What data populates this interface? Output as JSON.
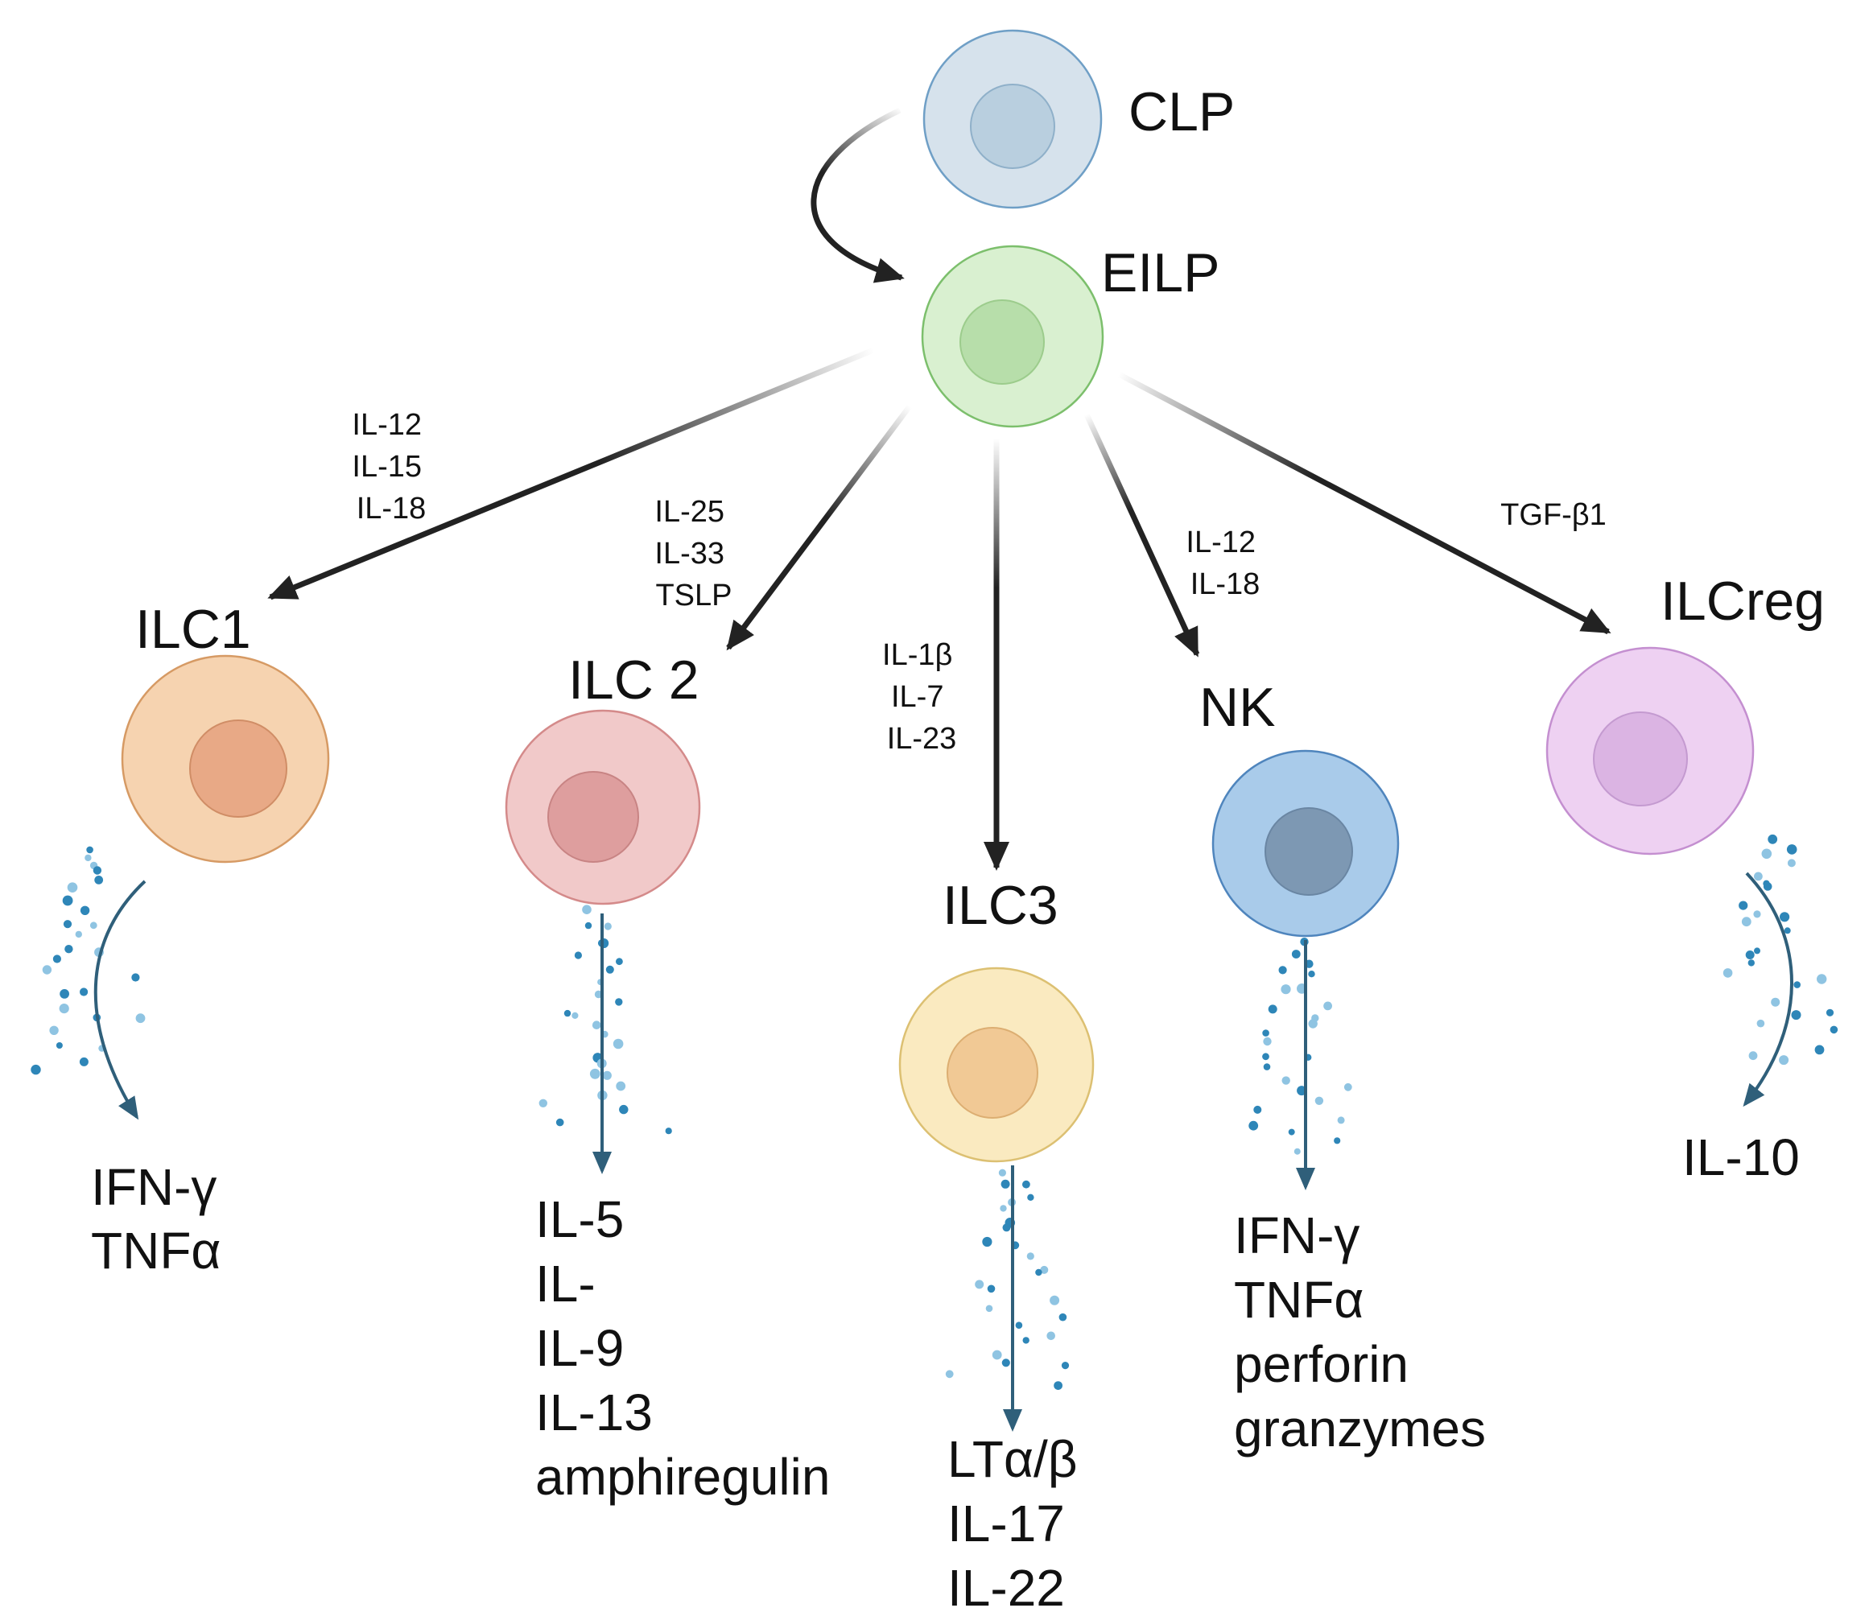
{
  "diagram": {
    "progenitors": [
      {
        "id": "clp",
        "label": "CLP",
        "fill": "#d6e2ec",
        "stroke": "#6f9fc6",
        "nucleus": "#b9cfdf"
      },
      {
        "id": "eilp",
        "label": "EILP",
        "fill": "#d9f0d0",
        "stroke": "#7cbf6c",
        "nucleus": "#b7deaa"
      }
    ],
    "branches": [
      {
        "id": "ilc1",
        "label": "ILC1",
        "cytokines": [
          "IL-12",
          "IL-15",
          "IL-18"
        ],
        "products": [
          "IFN-γ",
          "TNFα"
        ],
        "colors": {
          "fill": "#f6d3b0",
          "stroke": "#d69a64",
          "nucleus": "#e8a986"
        }
      },
      {
        "id": "ilc2",
        "label": "ILC 2",
        "cytokines": [
          "IL-25",
          "IL-33",
          "TSLP"
        ],
        "products": [
          "IL-5",
          "IL-",
          "IL-9",
          "IL-13",
          "amphiregulin"
        ],
        "colors": {
          "fill": "#f1c9c9",
          "stroke": "#d48a8a",
          "nucleus": "#de9e9e"
        }
      },
      {
        "id": "ilc3",
        "label": "ILC3",
        "cytokines": [
          "IL-1β",
          "IL-7",
          "IL-23"
        ],
        "products": [
          "LTα/β",
          "IL-17",
          "IL-22"
        ],
        "colors": {
          "fill": "#faeac0",
          "stroke": "#dcc072",
          "nucleus": "#f1c995"
        }
      },
      {
        "id": "nk",
        "label": "NK",
        "cytokines": [
          "IL-12",
          "IL-18"
        ],
        "products": [
          "IFN-γ",
          "TNFα",
          "perforin",
          "granzymes"
        ],
        "colors": {
          "fill": "#a9cbea",
          "stroke": "#4f85bd",
          "nucleus": "#7d98b3"
        }
      },
      {
        "id": "ilcreg",
        "label": "ILCreg",
        "cytokines": [
          "TGF-β1"
        ],
        "products": [
          "IL-10"
        ],
        "colors": {
          "fill": "#eed1f2",
          "stroke": "#c48fd0",
          "nucleus": "#dbb4e3"
        }
      }
    ],
    "colors": {
      "arrow": "#222222",
      "secretion_arrow": "#2f5f7a",
      "dot_dark": "#2e86b8",
      "dot_light": "#8fc4e2"
    }
  }
}
